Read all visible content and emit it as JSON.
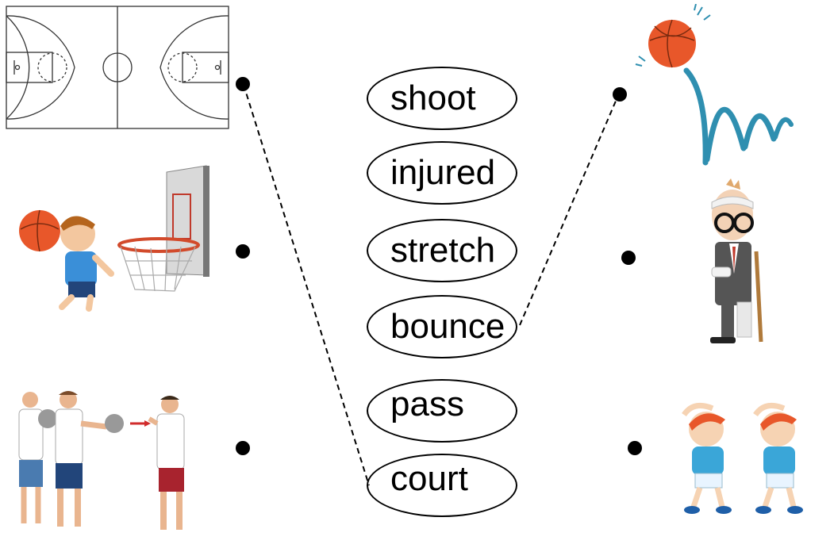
{
  "words": [
    "shoot",
    "injured",
    "stretch",
    "bounce",
    "pass",
    "court"
  ],
  "colors": {
    "ink": "#000000",
    "ball": "#e8572a",
    "bounce_trail": "#2f8fb0",
    "rim": "#d24a2b",
    "shirt_blue": "#3a8fd8",
    "shorts_navy": "#22457a",
    "shorts_red": "#a8232e"
  }
}
